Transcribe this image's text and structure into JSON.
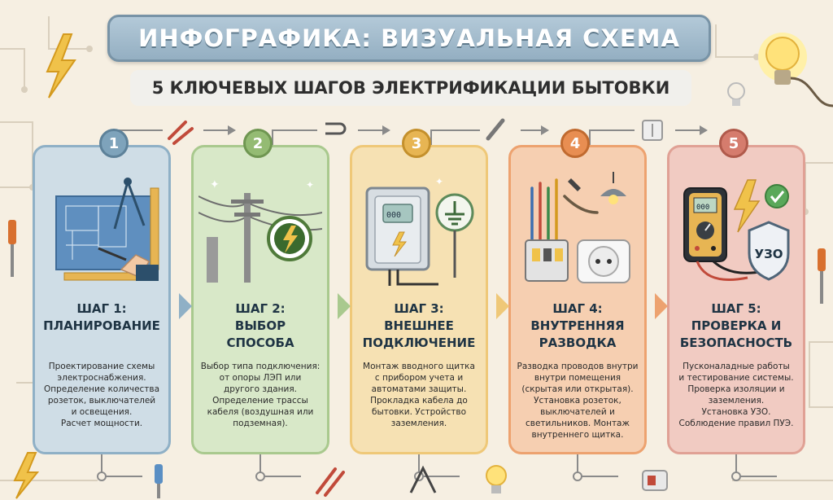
{
  "title": "ИНФОГРАФИКА: ВИЗУАЛЬНАЯ СХЕМА",
  "subtitle": "5 КЛЮЧЕВЫХ ШАГОВ ЭЛЕКТРИФИКАЦИИ БЫТОВКИ",
  "colors": {
    "background": "#f6efe2",
    "step1": "#8fb0c6",
    "step2": "#a9c98e",
    "step3": "#efc878",
    "step4": "#eda26f",
    "step5": "#e0a195"
  },
  "steps": [
    {
      "number": "1",
      "title": "ШАГ 1:\nПЛАНИРОВАНИЕ",
      "description": "Проектирование схемы\nэлектроснабжения.\nОпределение количества\nрозеток, выключателей\nи освещения.\nРасчет мощности.",
      "icon": "blueprint-icon"
    },
    {
      "number": "2",
      "title": "ШАГ 2:\nВЫБОР\nСПОСОБА",
      "description": "Выбор типа подключения:\nот опоры ЛЭП или\nдругого здания.\nОпределение трассы\nкабеля (воздушная или\nподземная).",
      "icon": "power-pole-icon"
    },
    {
      "number": "3",
      "title": "ШАГ 3:\nВНЕШНЕЕ\nПОДКЛЮЧЕНИЕ",
      "description": "Монтаж вводного щитка\nс прибором учета и\nавтоматами защиты.\nПрокладка кабела до\nбытовки. Устройство\nзаземления.",
      "icon": "electrical-panel-icon"
    },
    {
      "number": "4",
      "title": "ШАГ 4:\nВНУТРЕННЯЯ\nРАЗВОДКА",
      "description": "Разводка проводов внутри\nвнутри помещения\n(скрытая или открытая).\nУстановка розеток,\nвыключателей и\nсветильников. Монтаж\nвнутреннего щитка.",
      "icon": "socket-wiring-icon"
    },
    {
      "number": "5",
      "title": "ШАГ 5:\nПРОВЕРКА И\nБЕЗОПАСНОСТЬ",
      "description": "Пусконаладные работы\nи тестирование системы.\nПроверка изоляции и\nзаземления.\nУстановка УЗО.\nСоблюдение правил ПУЭ.",
      "icon": "multimeter-icon",
      "badge_text": "УЗО"
    }
  ]
}
